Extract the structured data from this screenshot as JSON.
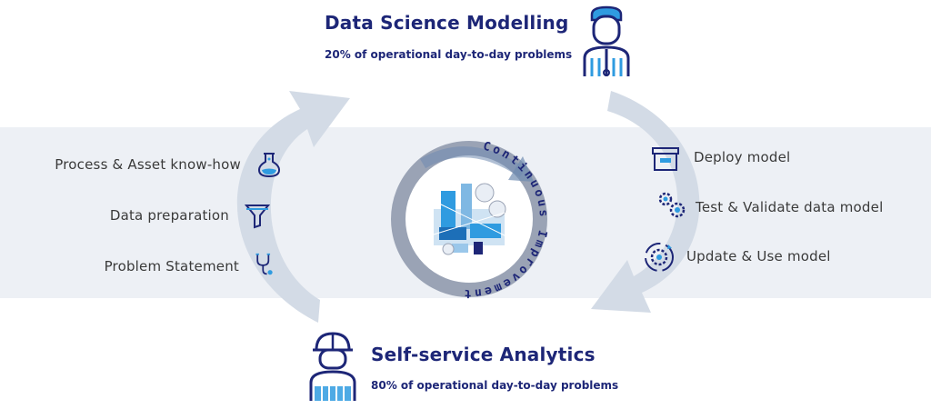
{
  "top": {
    "title": "Data Science Modelling",
    "subtitle": "20% of operational day-to-day problems",
    "icon": "data-scientist-icon"
  },
  "bottom": {
    "title": "Self-service Analytics",
    "subtitle": "80% of operational day-to-day problems",
    "icon": "engineer-hardhat-icon"
  },
  "left_steps": [
    {
      "label": "Process & Asset know-how",
      "icon": "flask-icon"
    },
    {
      "label": "Data preparation",
      "icon": "funnel-icon"
    },
    {
      "label": "Problem Statement",
      "icon": "stethoscope-icon"
    }
  ],
  "right_steps": [
    {
      "label": "Deploy model",
      "icon": "archive-box-icon"
    },
    {
      "label": "Test & Validate data model",
      "icon": "gears-icon"
    },
    {
      "label": "Update & Use model",
      "icon": "gear-arrows-icon"
    }
  ],
  "center": {
    "ring_text": "Continuous Improvement",
    "icon": "industrial-plant-icon"
  },
  "colors": {
    "navy": "#1d2677",
    "band": "#edf0f5",
    "arrow": "#d3dbe6",
    "accent_blue": "#2f9be0"
  }
}
